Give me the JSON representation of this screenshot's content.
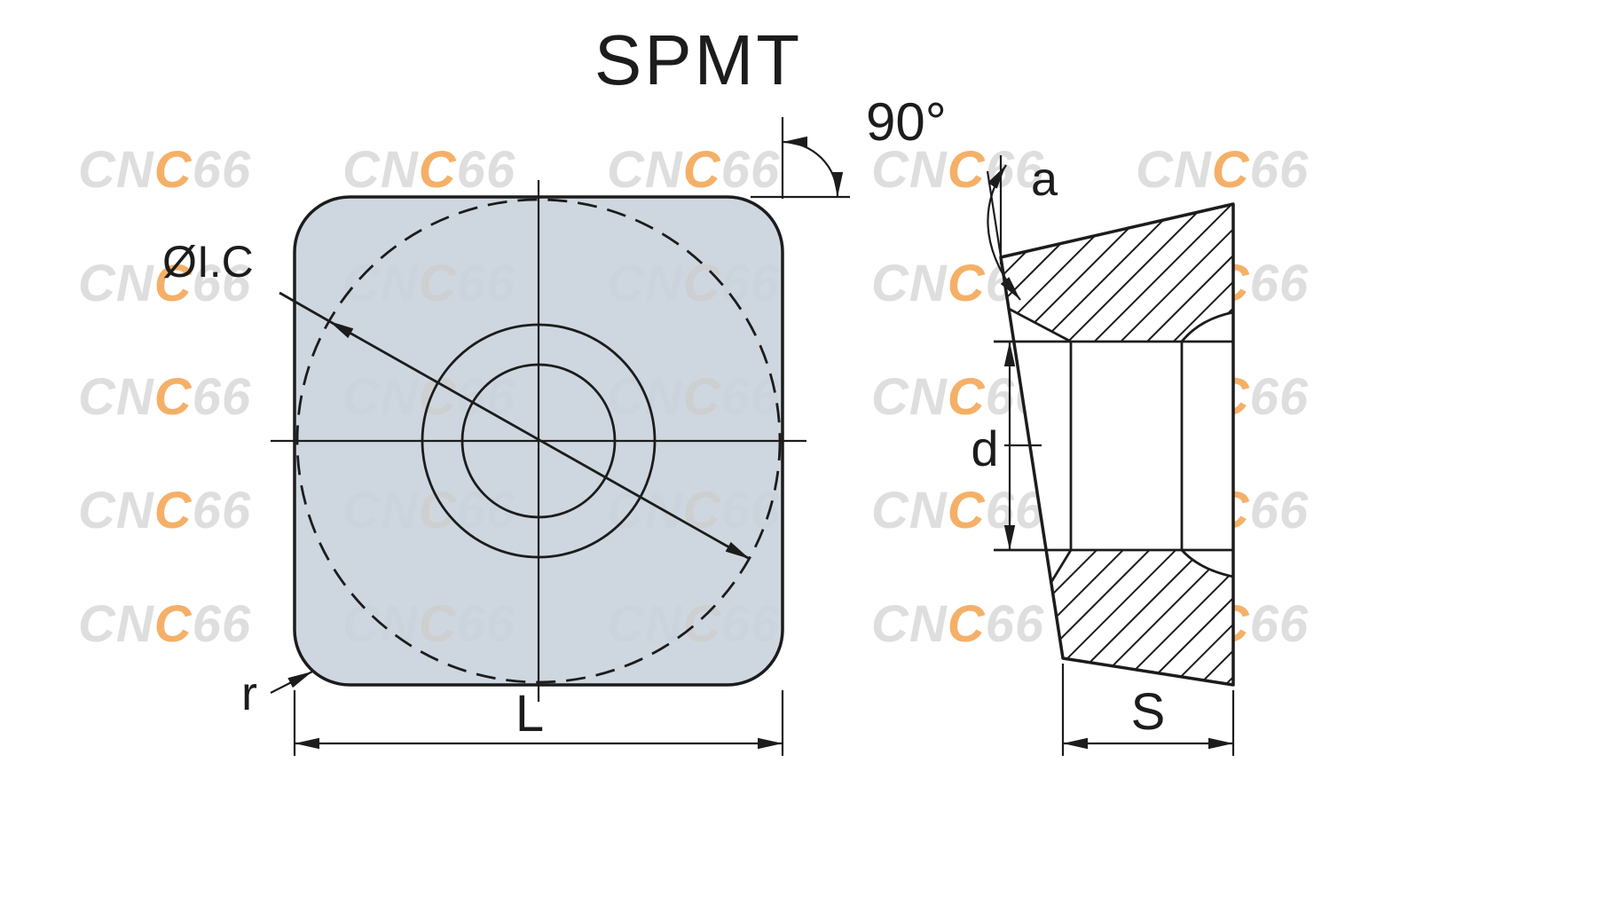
{
  "title": "SPMT",
  "watermark": {
    "gray_lead": "CN",
    "orange_mid": "C",
    "gray_tail": "66"
  },
  "front_view": {
    "angle_label": "90°",
    "inscribed_circle_label": "ØI.C",
    "corner_radius_label": "r",
    "length_label": "L"
  },
  "side_view": {
    "clearance_angle_label": "a",
    "hole_diameter_label": "d",
    "thickness_label": "S"
  },
  "colors": {
    "insert_fill": "#c9d3dc",
    "line": "#1c1c1c",
    "watermark_gray": "#dedede",
    "watermark_orange": "#f5b068"
  }
}
